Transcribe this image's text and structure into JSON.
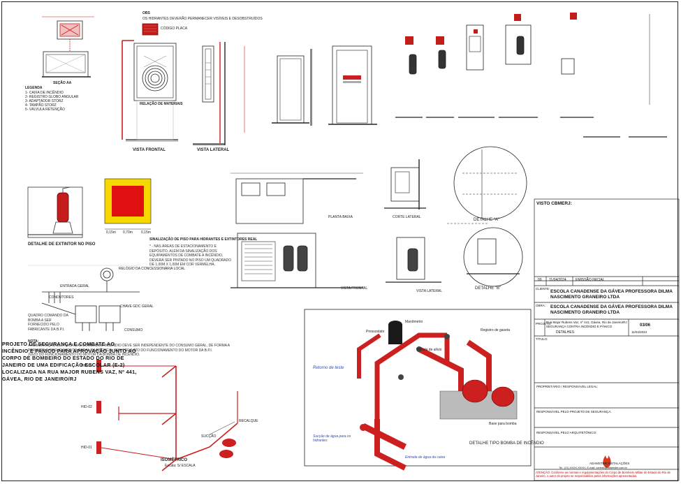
{
  "sheet": {
    "obs_title": "OBS",
    "obs_text": "OS HIDRANTES DEVERÃO PERMANECER VISÍVEIS E DESOBSTRUÍDOS",
    "codigo_placa": "CÓDIGO PLACA",
    "secao": "SEÇÃO AA",
    "legenda_title": "LEGENDA",
    "legenda_items": [
      "1- CAIXA DE INCÊNDIO",
      "2- REGISTRO GLOBO ANGULAR",
      "3- ADAPTADOR STORZ",
      "4- TAMPÃO STORZ",
      "5- VÁLVULA RETENÇÃO"
    ],
    "relacao_title": "RELAÇÃO DE MATERIAIS",
    "vista_frontal": "VISTA FRONTAL",
    "vista_lateral": "VISTA LATERAL",
    "detalhe_extintor": "DETALHE DE EXTINTOR NO PISO",
    "sinalizacao": "SINALIZAÇÃO DE PISO PARA HIDRANTES E EXTINTORES REAL",
    "sinalizacao_note": "* - NAS ÁREAS DE ESTACIONAMENTO E DEPÓSITO, ALÉM DA SINALIZAÇÃO DOS EQUIPAMENTOS DE COMBATE A INCÊNDIO, DEVERÁ SER PINTADO NO PISO UM QUADRADO DE 1,00M X 1,00M EM COR VERMELHA.",
    "dim_a": "0,15m",
    "dim_b": "0,70m",
    "dim_c": "0,15m",
    "planta_baixa": "PLANTA BAIXA",
    "corte_lateral": "CORTE LATERAL",
    "vista_lat_small": "VISTA LATERAL",
    "vista_frontal_small": "VISTA FRONTAL",
    "detalhe_a": "DETALHE \"A\"",
    "detalhe_b": "DETALHE \"B\"",
    "relogio": "RELÓGIO DA CONCESSIONÁRIA LOCAL",
    "entrada_geral": "ENTRADA GERAL",
    "condutores": "CONDUTORES",
    "chave_geral": "CHAVE GDC GERAL",
    "quadro_comando": "QUADRO COMANDO DA BOMBA A SER FORNECIDO PELO FABRICANTE DA B.P.I.",
    "consumo": "CONSUMO",
    "nota_title": "NOTA:",
    "nota_text": "A ALIMENTAÇÃO ELÉTRICA DAS BOMBAS DE INCÊNDIO DEVE SER INDEPENDENTE DO CONSUMO GERAL, DE FORMA A PERMITIR O DESLIGAMENTO GERAL DA ENERGIA, SEM PREJUÍZO DO FUNCIONAMENTO DO MOTOR DA B.P.I.",
    "nota_text2": "JUÍZO DO FUNCIONAMENTO DO MOTOR DA BOMBA DE INCÊNDIO.",
    "hid_labels": [
      "HID-03",
      "HID-02",
      "HID-01"
    ],
    "isometrico": "ISOMÉTRICO",
    "escala": "Escala: S/ ESCALA",
    "recalque": "RECALQUE",
    "succao": "SUCÇÃO",
    "detalhe_bomba": "DETALHE TIPO BOMBA DE INCÊNDIO",
    "iso_labels": [
      "Retorno de teste",
      "Sucção de água para os hidrantes",
      "Entrada de água da caixa",
      "Pressostato",
      "Manômetro",
      "Válvula de alívio",
      "Registro de gaveta",
      "Base para bomba"
    ],
    "visto_cbmerj": "VISTO CBMERJ:",
    "rev_row": [
      "00",
      "11/04/2024",
      "EMISSÃO INICIAL"
    ],
    "cliente_label": "CLIENTE:",
    "cliente": "ESCOLA CANADENSE DA GÁVEA PROFESSORA DILMA NASCIMENTO GRANEIRO LTDA",
    "obra_label": "OBRA:",
    "obra": "ESCOLA CANADENSE DA GÁVEA PROFESSORA DILMA NASCIMENTO GRANEIRO LTDA",
    "endereco": "Rua Major Rubens Vaz, nº 441, Gávea, Rio de Janeiro/RJ",
    "projeto_label": "PROJETO:",
    "projeto": "SEGURANÇA CONTRA INCÊNDIO E PÂNICO",
    "prancha": "03/06",
    "detalhes": "DETALHES",
    "data": "11/04/2024",
    "titulo_label": "TÍTULO:",
    "titulo": "PROJETO DE SEGURANÇA E COMBATE AO INCÊNDIO E PANICO PARA APROVAÇÃO JUNTO AO CORPO DE BOMBEIRO DO ESTADO DO RIO DE JANEIRO DE UMA EDIFICAÇÃO ESCOLAR (E-2) LOCALIZADA NA RUA MAJOR RUBENS VAZ, Nº 441, GÁVEA, RIO DE JANEIRO/RJ",
    "proprietario": "PROPRIETÁRIO / RESPONSÁVEL LEGAL:",
    "resp_seguranca": "RESPONSÁVEL PELO PROJETO DE SEGURANÇA:",
    "resp_arquitetonico": "RESPONSÁVEL PELO ARQUITETÔNICO:",
    "empresa": "ADAMSTER INSTALAÇÕES",
    "contato": "Tel.: (21) XXXX-XXXX | E-mail: contato@adamster.com.br",
    "atencao": "ATENÇÃO: Conforme as normas e regulamentações do Corpo de Bombeiro Militar do Estado do Rio de Janeiro, o autor do projeto se responsabiliza pelas informações apresentadas."
  },
  "colors": {
    "pipe": "#cc1f1f",
    "accent": "#e01010",
    "yellow": "#f5d800",
    "line": "#222222",
    "blue": "#2a4fb5"
  }
}
